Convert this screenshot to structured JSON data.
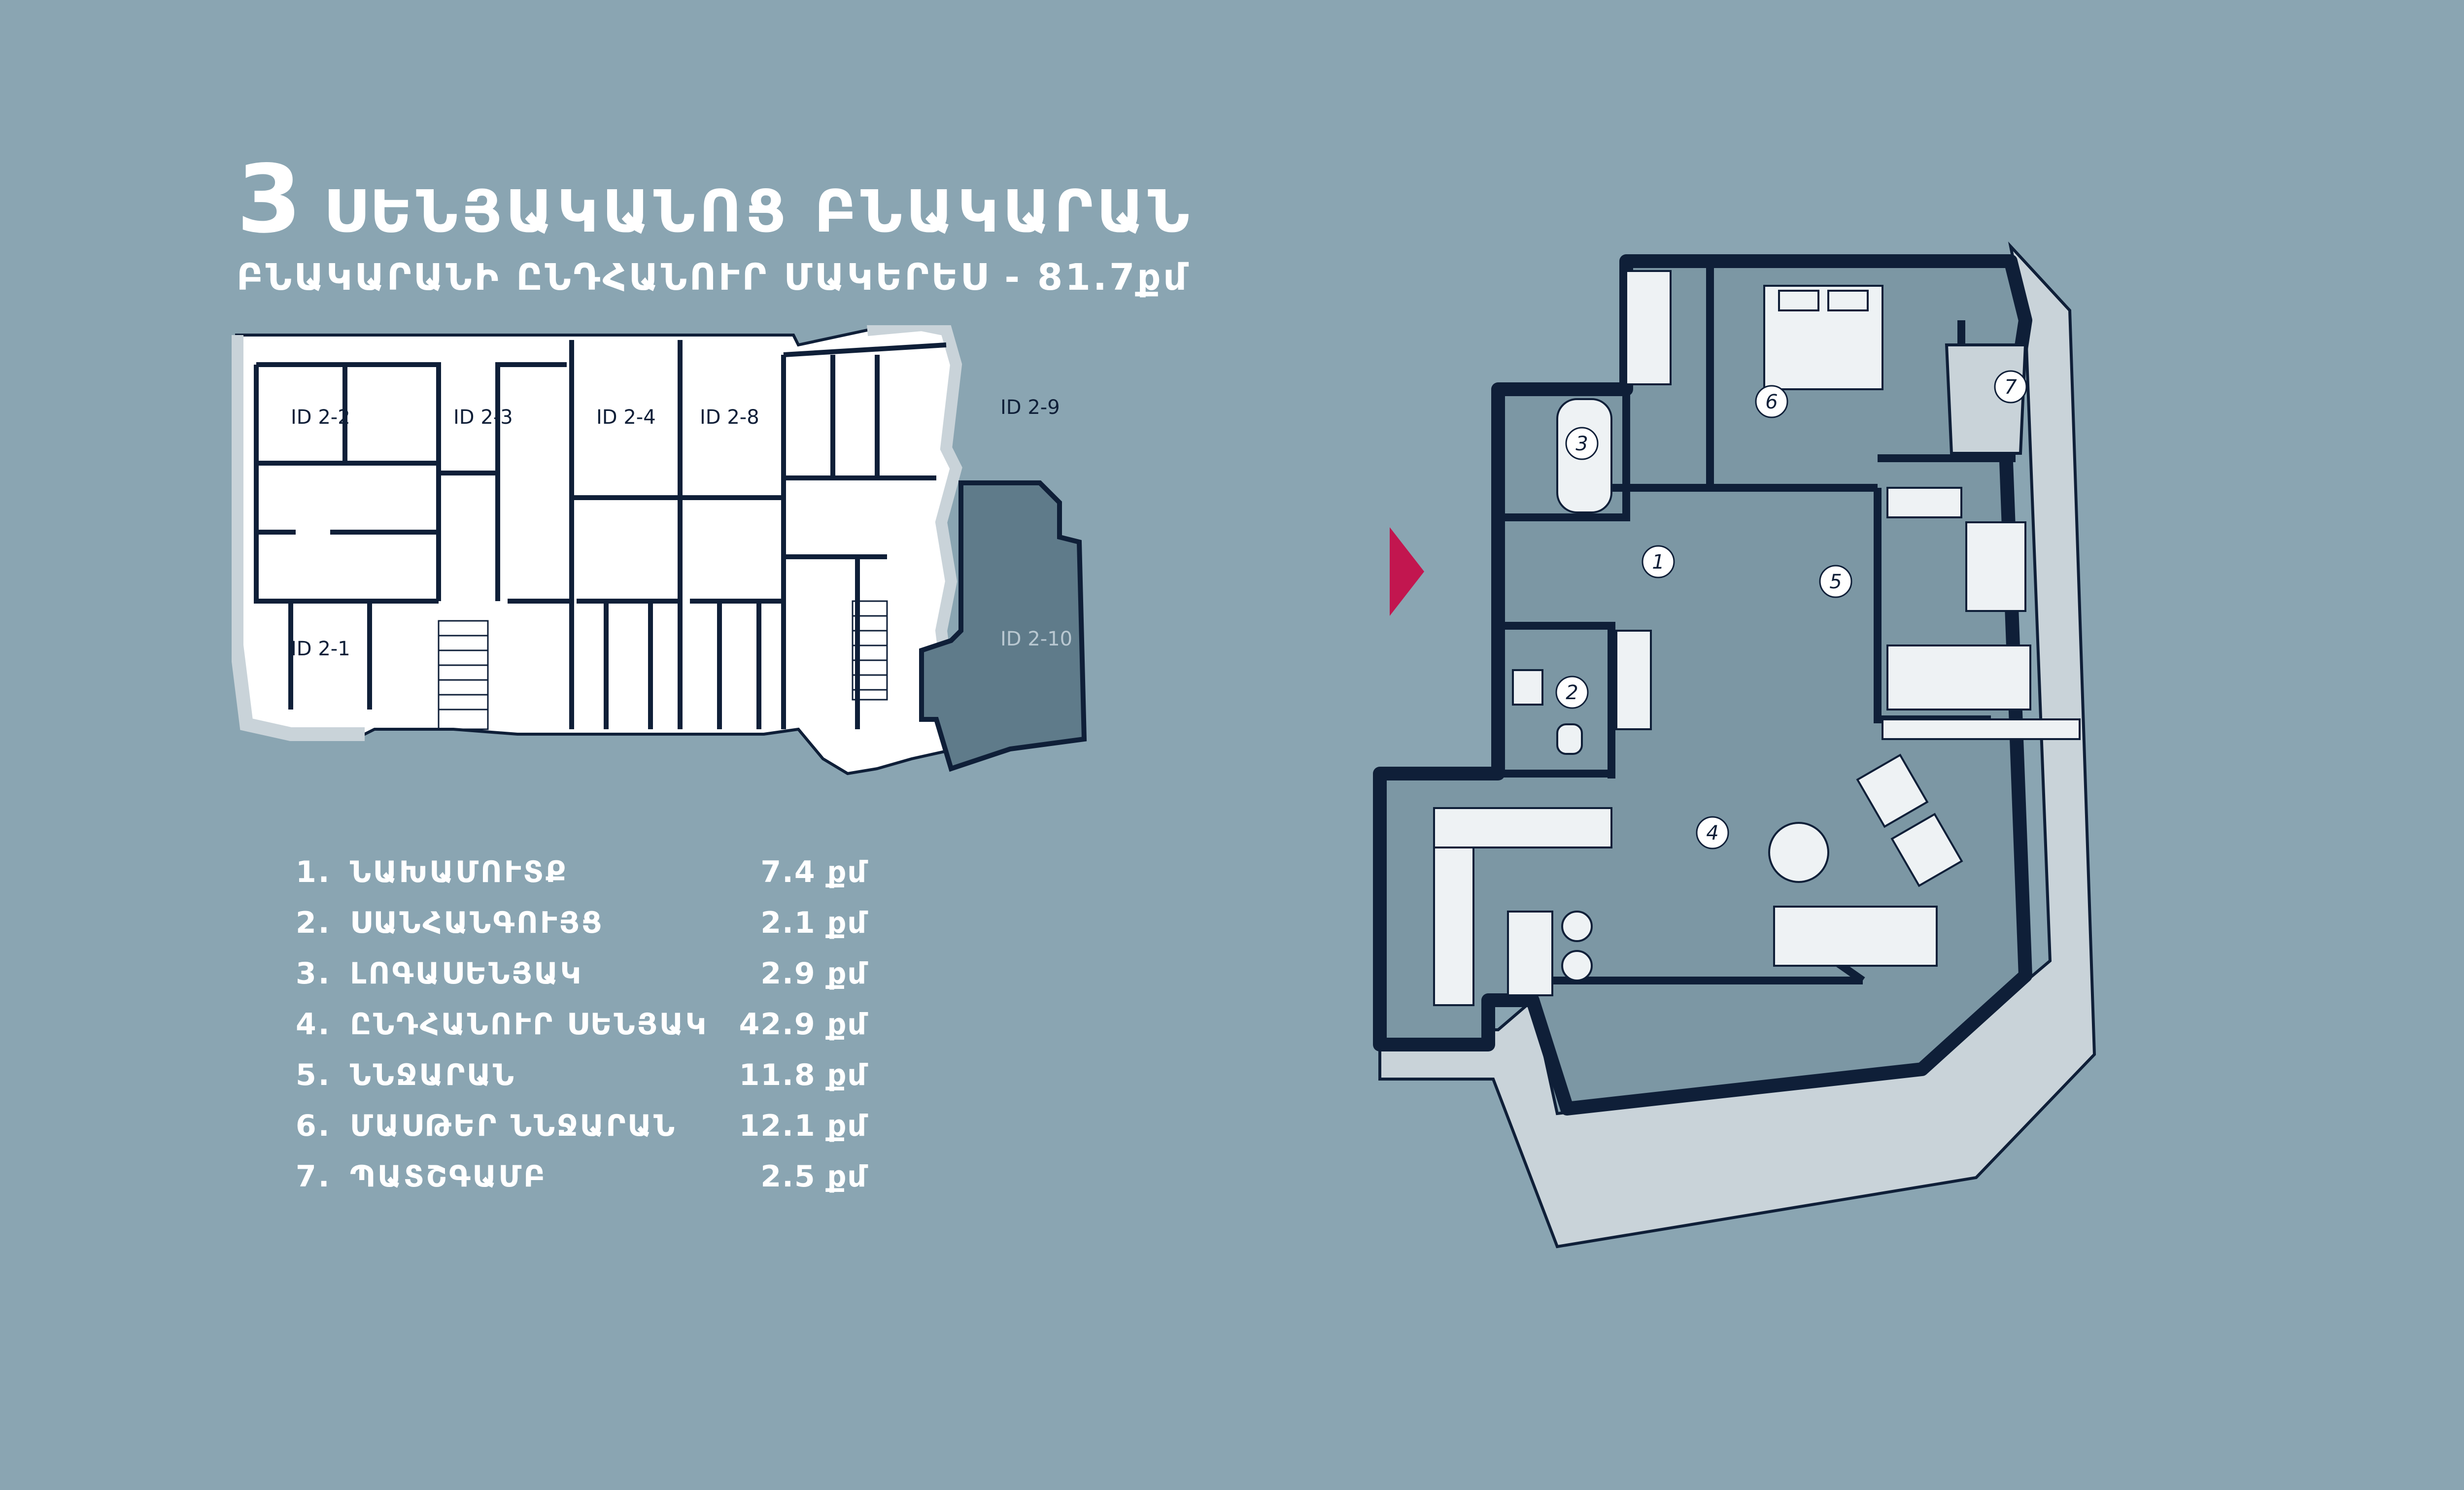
{
  "header": {
    "count": "3",
    "title": "ՍԵՆՅԱԿԱՆՈՑ ԲՆԱԿԱՐԱՆ",
    "subtitle": "ԲՆԱԿԱՐԱՆԻ ԸՆԴՀԱՆՈՒՐ ՄԱԿԵՐԵՍ - 81.7քմ"
  },
  "key_plan": {
    "units": [
      {
        "id": "ID 2-2",
        "highlighted": false
      },
      {
        "id": "ID 2-3",
        "highlighted": false
      },
      {
        "id": "ID 2-4",
        "highlighted": false
      },
      {
        "id": "ID 2-8",
        "highlighted": false
      },
      {
        "id": "ID 2-9",
        "highlighted": false
      },
      {
        "id": "ID 2-1",
        "highlighted": false
      },
      {
        "id": "ID 2-10",
        "highlighted": true
      }
    ]
  },
  "unit_plan": {
    "room_markers": [
      "1",
      "2",
      "3",
      "4",
      "5",
      "6",
      "7"
    ]
  },
  "rooms": [
    {
      "num": "1.",
      "name": "ՆԱԽԱՄՈՒՏՔ",
      "area": "7.4 քմ"
    },
    {
      "num": "2.",
      "name": "ՍԱՆՀԱՆԳՈՒՅՑ",
      "area": "2.1 քմ"
    },
    {
      "num": "3.",
      "name": "ԼՈԳԱՍԵՆՅԱԿ",
      "area": "2.9 քմ"
    },
    {
      "num": "4.",
      "name": "ԸՆԴՀԱՆՈՒՐ ՍԵՆՅԱԿ",
      "area": "42.9 քմ"
    },
    {
      "num": "5.",
      "name": "ՆՆՋԱՐԱՆ",
      "area": "11.8 քմ"
    },
    {
      "num": "6.",
      "name": "ՄԱՍԹԵՐ ՆՆՋԱՐԱՆ",
      "area": "12.1 քմ"
    },
    {
      "num": "7.",
      "name": "ՊԱՏՇԳԱՄԲ",
      "area": "2.5 քմ"
    }
  ],
  "colors": {
    "background": "#8aa5b2",
    "wall": "#0f1f38",
    "highlight": "#5f7b8a",
    "entrance_arrow": "#c2164f",
    "text": "#ffffff"
  }
}
